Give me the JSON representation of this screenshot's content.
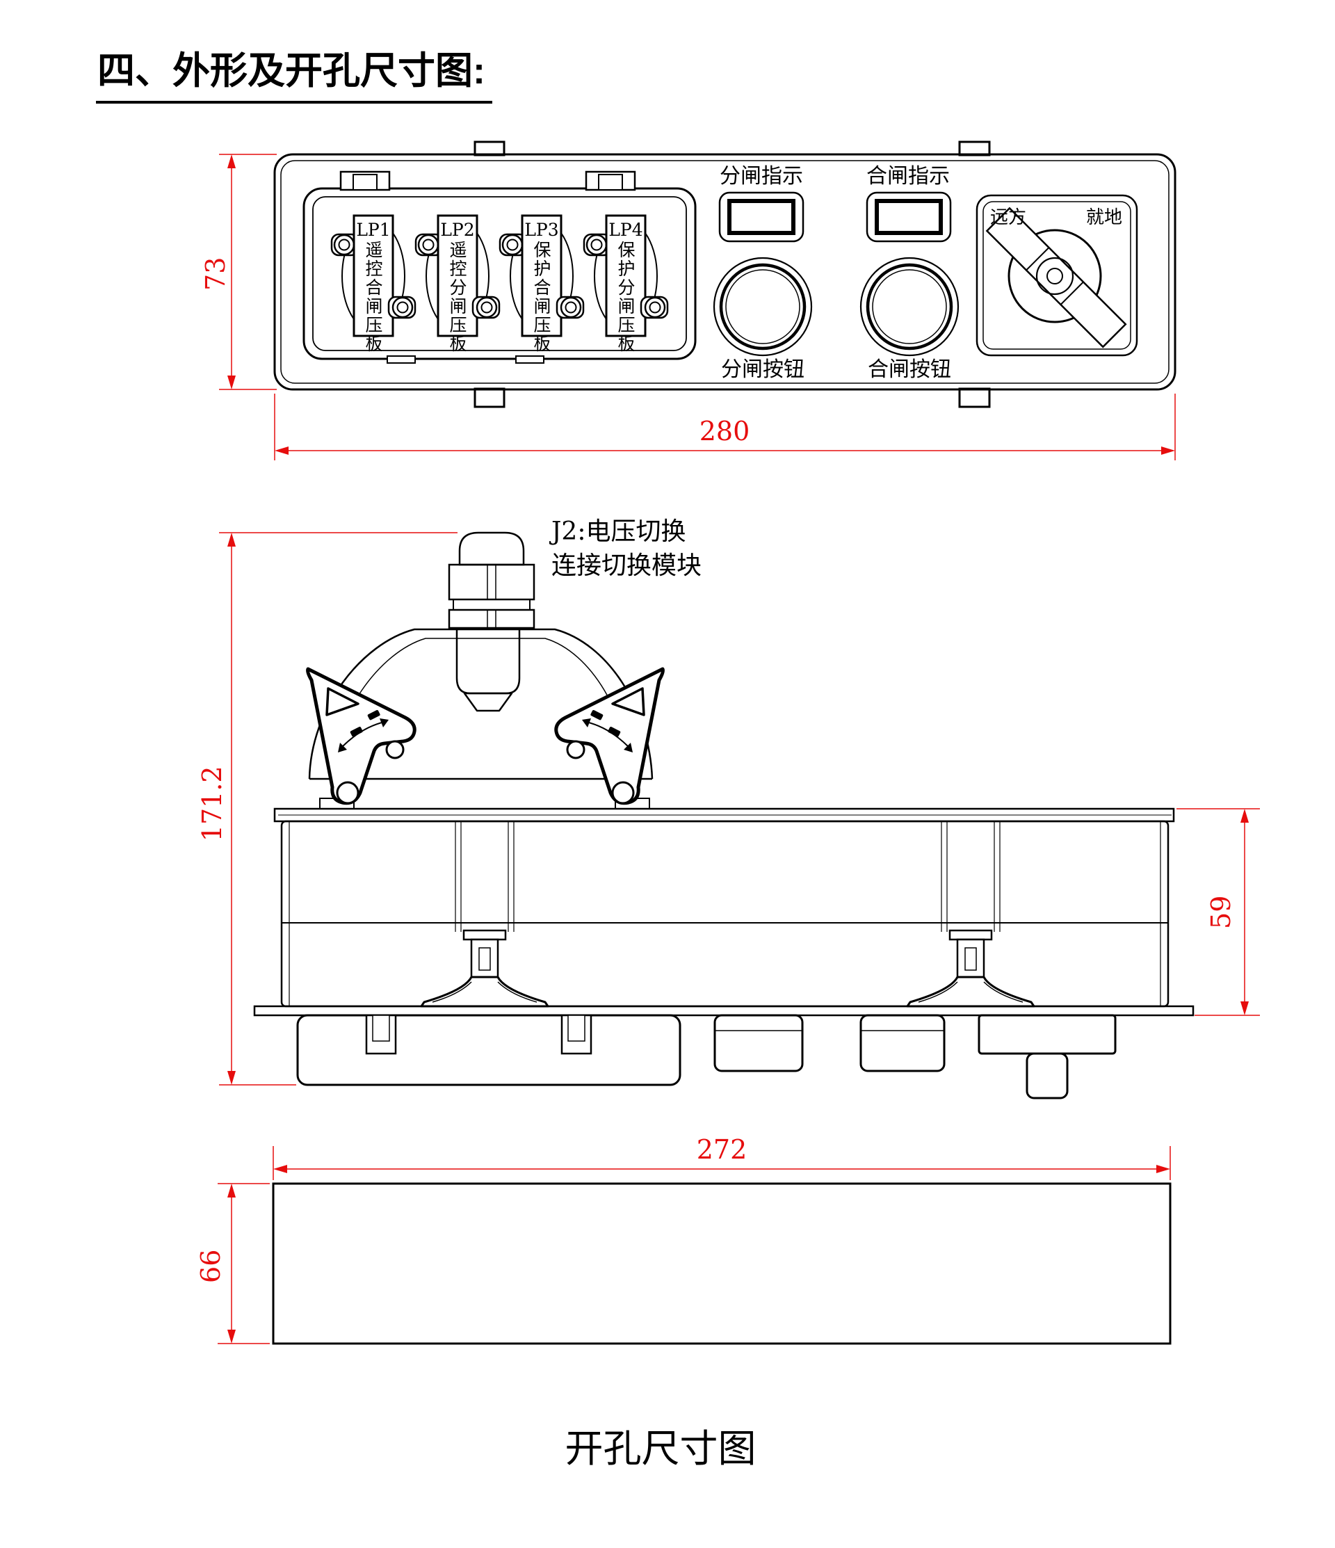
{
  "page": {
    "title": "四、外形及开孔尺寸图:"
  },
  "front_view": {
    "pressure_plates": [
      {
        "id": "LP1",
        "label": "遥控合闸压板"
      },
      {
        "id": "LP2",
        "label": "遥控分闸压板"
      },
      {
        "id": "LP3",
        "label": "保护合闸压板"
      },
      {
        "id": "LP4",
        "label": "保护分闸压板"
      }
    ],
    "open_indicator_label": "分闸指示",
    "close_indicator_label": "合闸指示",
    "open_button_label": "分闸按钮",
    "close_button_label": "合闸按钮",
    "selector": {
      "left_label": "远方",
      "right_label": "就地"
    },
    "dims": {
      "height": "73",
      "width": "280"
    }
  },
  "side_view": {
    "note_line1": "J2:电压切换",
    "note_line2": "连接切换模块",
    "dims": {
      "total_height": "171.2",
      "body_height": "59"
    }
  },
  "cutout_view": {
    "caption": "开孔尺寸图",
    "dims": {
      "width": "272",
      "height": "66"
    }
  },
  "colors": {
    "dimension_lines": "#e60d0d",
    "drawing_lines": "#000000"
  }
}
